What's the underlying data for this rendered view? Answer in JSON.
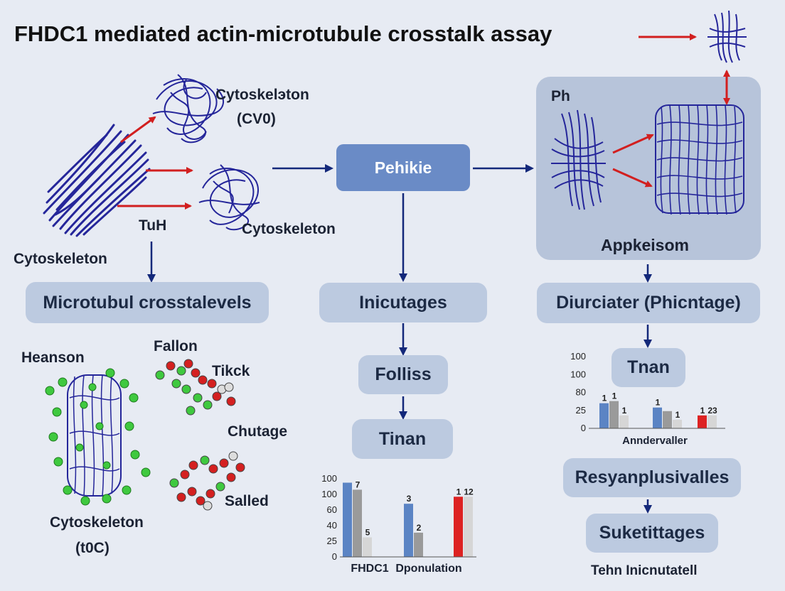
{
  "title": "FHDC1 mediated actin-microtubule crosstalk assay",
  "left": {
    "label_cytoskeleton_cv0_line1": "Cytoskelэton",
    "label_cytoskeleton_cv0_line2": "(CV0)",
    "label_cytoskeleton_mid": "Cytoskeleton",
    "label_tuh": "TuH",
    "label_cytoskeleton_left": "Cytoskeleton",
    "box_microtubule": "Microtubul crosstalevels",
    "label_heanson": "Heanson",
    "label_fallon": "Fallon",
    "label_tikck": "Tikck",
    "label_chutage": "Chutage",
    "label_salled": "Salled",
    "label_cytoskeleton_bottom_line1": "Cytoskeleton",
    "label_cytoskeleton_bottom_line2": "(t0C)"
  },
  "center": {
    "box_pehikie": "Pehikie",
    "box_inicutages": "Inicutages",
    "box_folliss": "Folliss",
    "box_tinan": "Tinan"
  },
  "right": {
    "panel_label_ph": "Ph",
    "panel_label_appkeisom": "Appkeisom",
    "box_diurciater": "Diurciater (Phicntage)",
    "box_tnan": "Tnan",
    "box_resyanplusivalles": "Resyanplusivalles",
    "box_suketittages": "Suketittages",
    "footer": "Tehn Inicnutatell"
  },
  "colors": {
    "arrow_red": "#d21f1f",
    "arrow_navy": "#13287a",
    "fiber_blue": "#25269a",
    "bar_blue": "#5b84c4",
    "bar_gray": "#9a9a9a",
    "bar_light": "#d6d6d6",
    "bar_red": "#dd2222",
    "bead_green": "#3fc93f",
    "bead_red": "#d42020"
  },
  "chart_data": [
    {
      "type": "bar",
      "ytick_labels": [
        "100",
        "100",
        "60",
        "40",
        "25",
        "0"
      ],
      "categories": [
        "FHDC1",
        "",
        "Dponulation"
      ],
      "groups": [
        {
          "bars": [
            {
              "color": "blue",
              "value": 95,
              "label": ""
            },
            {
              "color": "gray",
              "value": 86,
              "label": "7"
            },
            {
              "color": "light",
              "value": 25,
              "label": "5"
            }
          ]
        },
        {
          "bars": [
            {
              "color": "blue",
              "value": 68,
              "label": "3"
            },
            {
              "color": "gray",
              "value": 31,
              "label": "2"
            }
          ]
        },
        {
          "bars": [
            {
              "color": "red",
              "value": 77,
              "label": "1"
            },
            {
              "color": "light",
              "value": 77,
              "label": "12"
            }
          ]
        }
      ]
    },
    {
      "type": "bar",
      "ytick_labels": [
        "100",
        "100",
        "80",
        "25",
        "0"
      ],
      "xlabel": "Anndervaller",
      "groups": [
        {
          "bars": [
            {
              "color": "blue",
              "value": 35,
              "label": "1"
            },
            {
              "color": "gray",
              "value": 38,
              "label": "1"
            },
            {
              "color": "light",
              "value": 18,
              "label": "1"
            }
          ]
        },
        {
          "bars": [
            {
              "color": "blue",
              "value": 29,
              "label": "1"
            },
            {
              "color": "gray",
              "value": 24,
              "label": ""
            },
            {
              "color": "light",
              "value": 12,
              "label": "1"
            }
          ]
        },
        {
          "bars": [
            {
              "color": "red",
              "value": 18,
              "label": "1"
            },
            {
              "color": "light",
              "value": 18,
              "label": "23"
            }
          ]
        }
      ]
    }
  ]
}
